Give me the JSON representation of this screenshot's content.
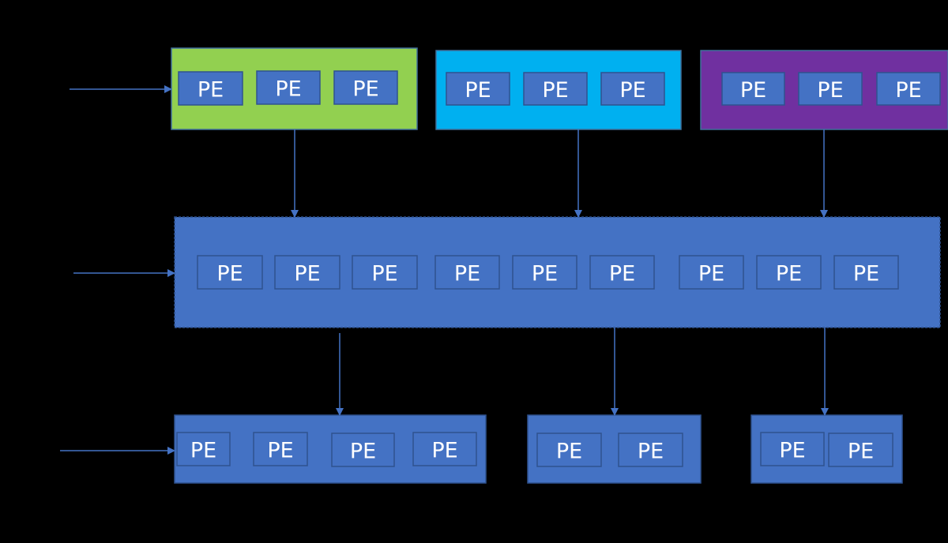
{
  "pe_label": "PE",
  "colors": {
    "background": "#000000",
    "pe": "#4472c4",
    "group_green": "#92d050",
    "group_cyan": "#00b0f0",
    "group_purple": "#7030a0",
    "group_blue": "#4472c4"
  },
  "stages": [
    {
      "name": "top",
      "groups": [
        3,
        3,
        3
      ]
    },
    {
      "name": "middle",
      "groups": [
        9
      ]
    },
    {
      "name": "bottom",
      "groups": [
        4,
        2,
        2
      ]
    }
  ]
}
